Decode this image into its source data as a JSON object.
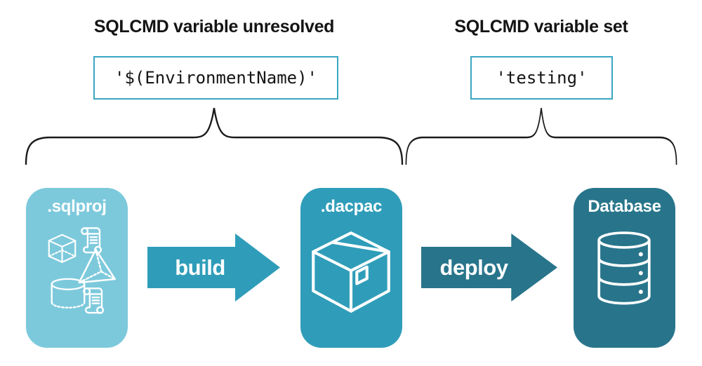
{
  "diagram": {
    "left_column": {
      "heading": "SQLCMD variable unresolved",
      "code": "'$(EnvironmentName)'"
    },
    "right_column": {
      "heading": "SQLCMD variable set",
      "code": "'testing'"
    },
    "flow": {
      "sqlproj": {
        "label": ".sqlproj",
        "icons": [
          "scroll-icon",
          "cube-icon",
          "pyramid-icon",
          "cylinder-icon",
          "scroll-icon"
        ]
      },
      "build_arrow": {
        "label": "build"
      },
      "dacpac": {
        "label": ".dacpac",
        "icons": [
          "package-box-icon"
        ]
      },
      "deploy_arrow": {
        "label": "deploy"
      },
      "database": {
        "label": "Database",
        "icons": [
          "database-cylinder-icon"
        ]
      }
    }
  },
  "colors": {
    "node-light": "#7DC9DC",
    "node-mid": "#2F9DB9",
    "node-dark": "#28758B",
    "code-border": "#3BA6C2",
    "brace": "#1B1B1B",
    "text": "#141414",
    "icon": "#FFFFFF"
  }
}
